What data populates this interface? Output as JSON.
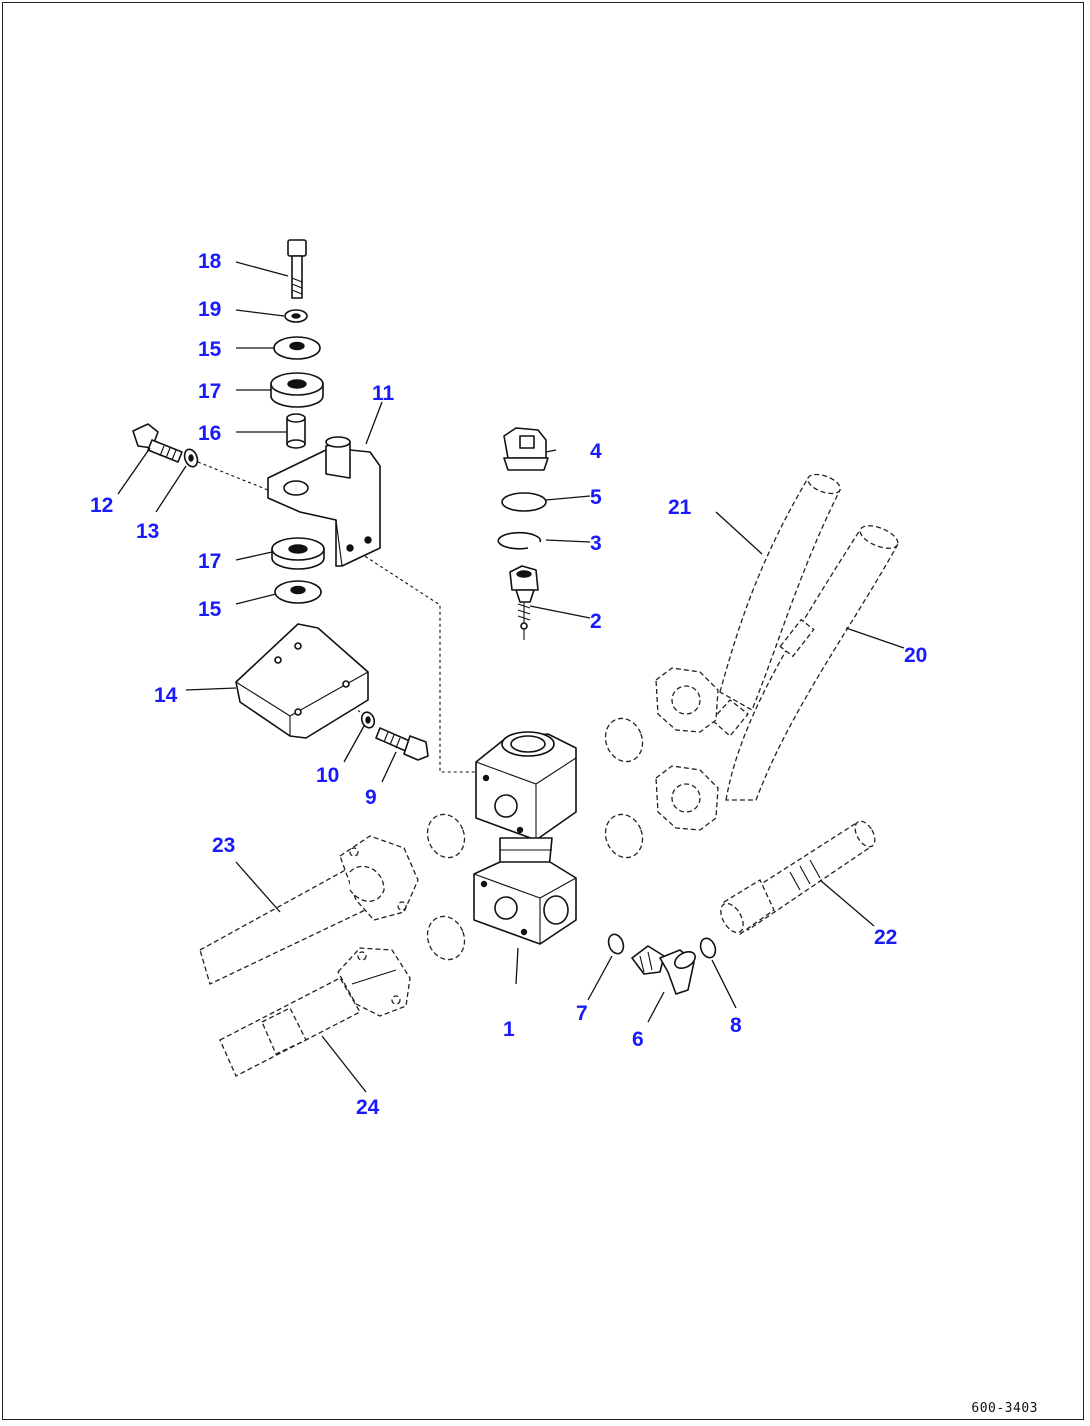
{
  "drawing_code": "600-3403",
  "callouts": [
    {
      "id": "1",
      "label": "1"
    },
    {
      "id": "2",
      "label": "2"
    },
    {
      "id": "3",
      "label": "3"
    },
    {
      "id": "4",
      "label": "4"
    },
    {
      "id": "5",
      "label": "5"
    },
    {
      "id": "6",
      "label": "6"
    },
    {
      "id": "7",
      "label": "7"
    },
    {
      "id": "8",
      "label": "8"
    },
    {
      "id": "9",
      "label": "9"
    },
    {
      "id": "10",
      "label": "10"
    },
    {
      "id": "11",
      "label": "11"
    },
    {
      "id": "12",
      "label": "12"
    },
    {
      "id": "13",
      "label": "13"
    },
    {
      "id": "14",
      "label": "14"
    },
    {
      "id": "15a",
      "label": "15"
    },
    {
      "id": "15b",
      "label": "15"
    },
    {
      "id": "16",
      "label": "16"
    },
    {
      "id": "17",
      "label": "17"
    },
    {
      "id": "18",
      "label": "18"
    },
    {
      "id": "19",
      "label": "19"
    },
    {
      "id": "20",
      "label": "20"
    },
    {
      "id": "21",
      "label": "21"
    },
    {
      "id": "22",
      "label": "22"
    },
    {
      "id": "23",
      "label": "23"
    },
    {
      "id": "24",
      "label": "24"
    },
    {
      "id": "25",
      "label": "25"
    }
  ],
  "colors": {
    "callout_text": "#1a1aff",
    "linework": "#111111",
    "background": "#ffffff"
  }
}
